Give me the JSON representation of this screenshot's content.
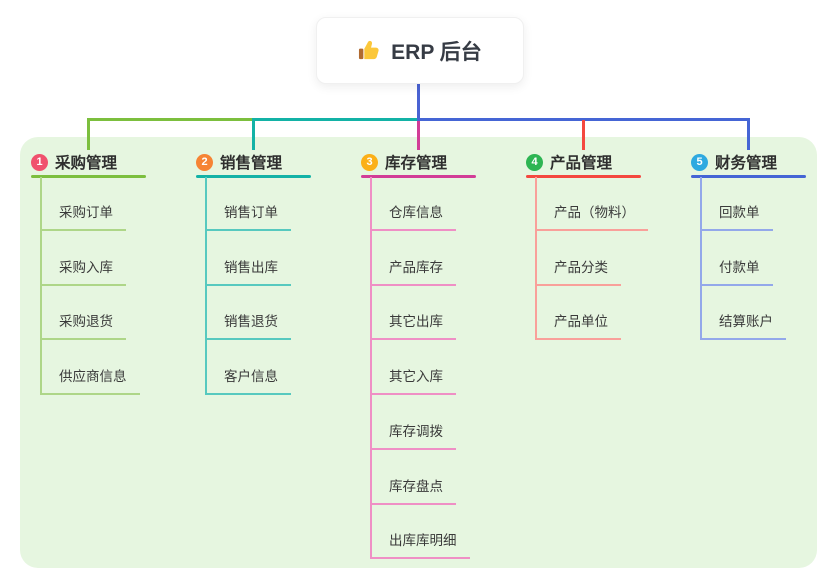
{
  "root": {
    "label": "ERP 后台",
    "icon": "thumbs-up-icon"
  },
  "canvas": {
    "background": "#ffffff",
    "panel_background": "#e6f6e0"
  },
  "connector": {
    "color": "#4a63d3"
  },
  "branches": [
    {
      "index": "1",
      "label": "采购管理",
      "badge_color": "#f0516d",
      "line_color": "#7cbf3e",
      "child_line_color": "#aed688",
      "children": [
        "采购订单",
        "采购入库",
        "采购退货",
        "供应商信息"
      ]
    },
    {
      "index": "2",
      "label": "销售管理",
      "badge_color": "#f68434",
      "line_color": "#13b2a6",
      "child_line_color": "#57c9bf",
      "children": [
        "销售订单",
        "销售出库",
        "销售退货",
        "客户信息"
      ]
    },
    {
      "index": "3",
      "label": "库存管理",
      "badge_color": "#fbb018",
      "line_color": "#d23d97",
      "child_line_color": "#ef8fc5",
      "children": [
        "仓库信息",
        "产品库存",
        "其它出库",
        "其它入库",
        "库存调拨",
        "库存盘点",
        "出库库明细"
      ]
    },
    {
      "index": "4",
      "label": "产品管理",
      "badge_color": "#2eb553",
      "line_color": "#f4483f",
      "child_line_color": "#f9a09a",
      "children": [
        "产品（物料）",
        "产品分类",
        "产品单位"
      ]
    },
    {
      "index": "5",
      "label": "财务管理",
      "badge_color": "#2ea9e0",
      "line_color": "#4565d5",
      "child_line_color": "#93a8ea",
      "children": [
        "回款单",
        "付款单",
        "结算账户"
      ]
    }
  ]
}
